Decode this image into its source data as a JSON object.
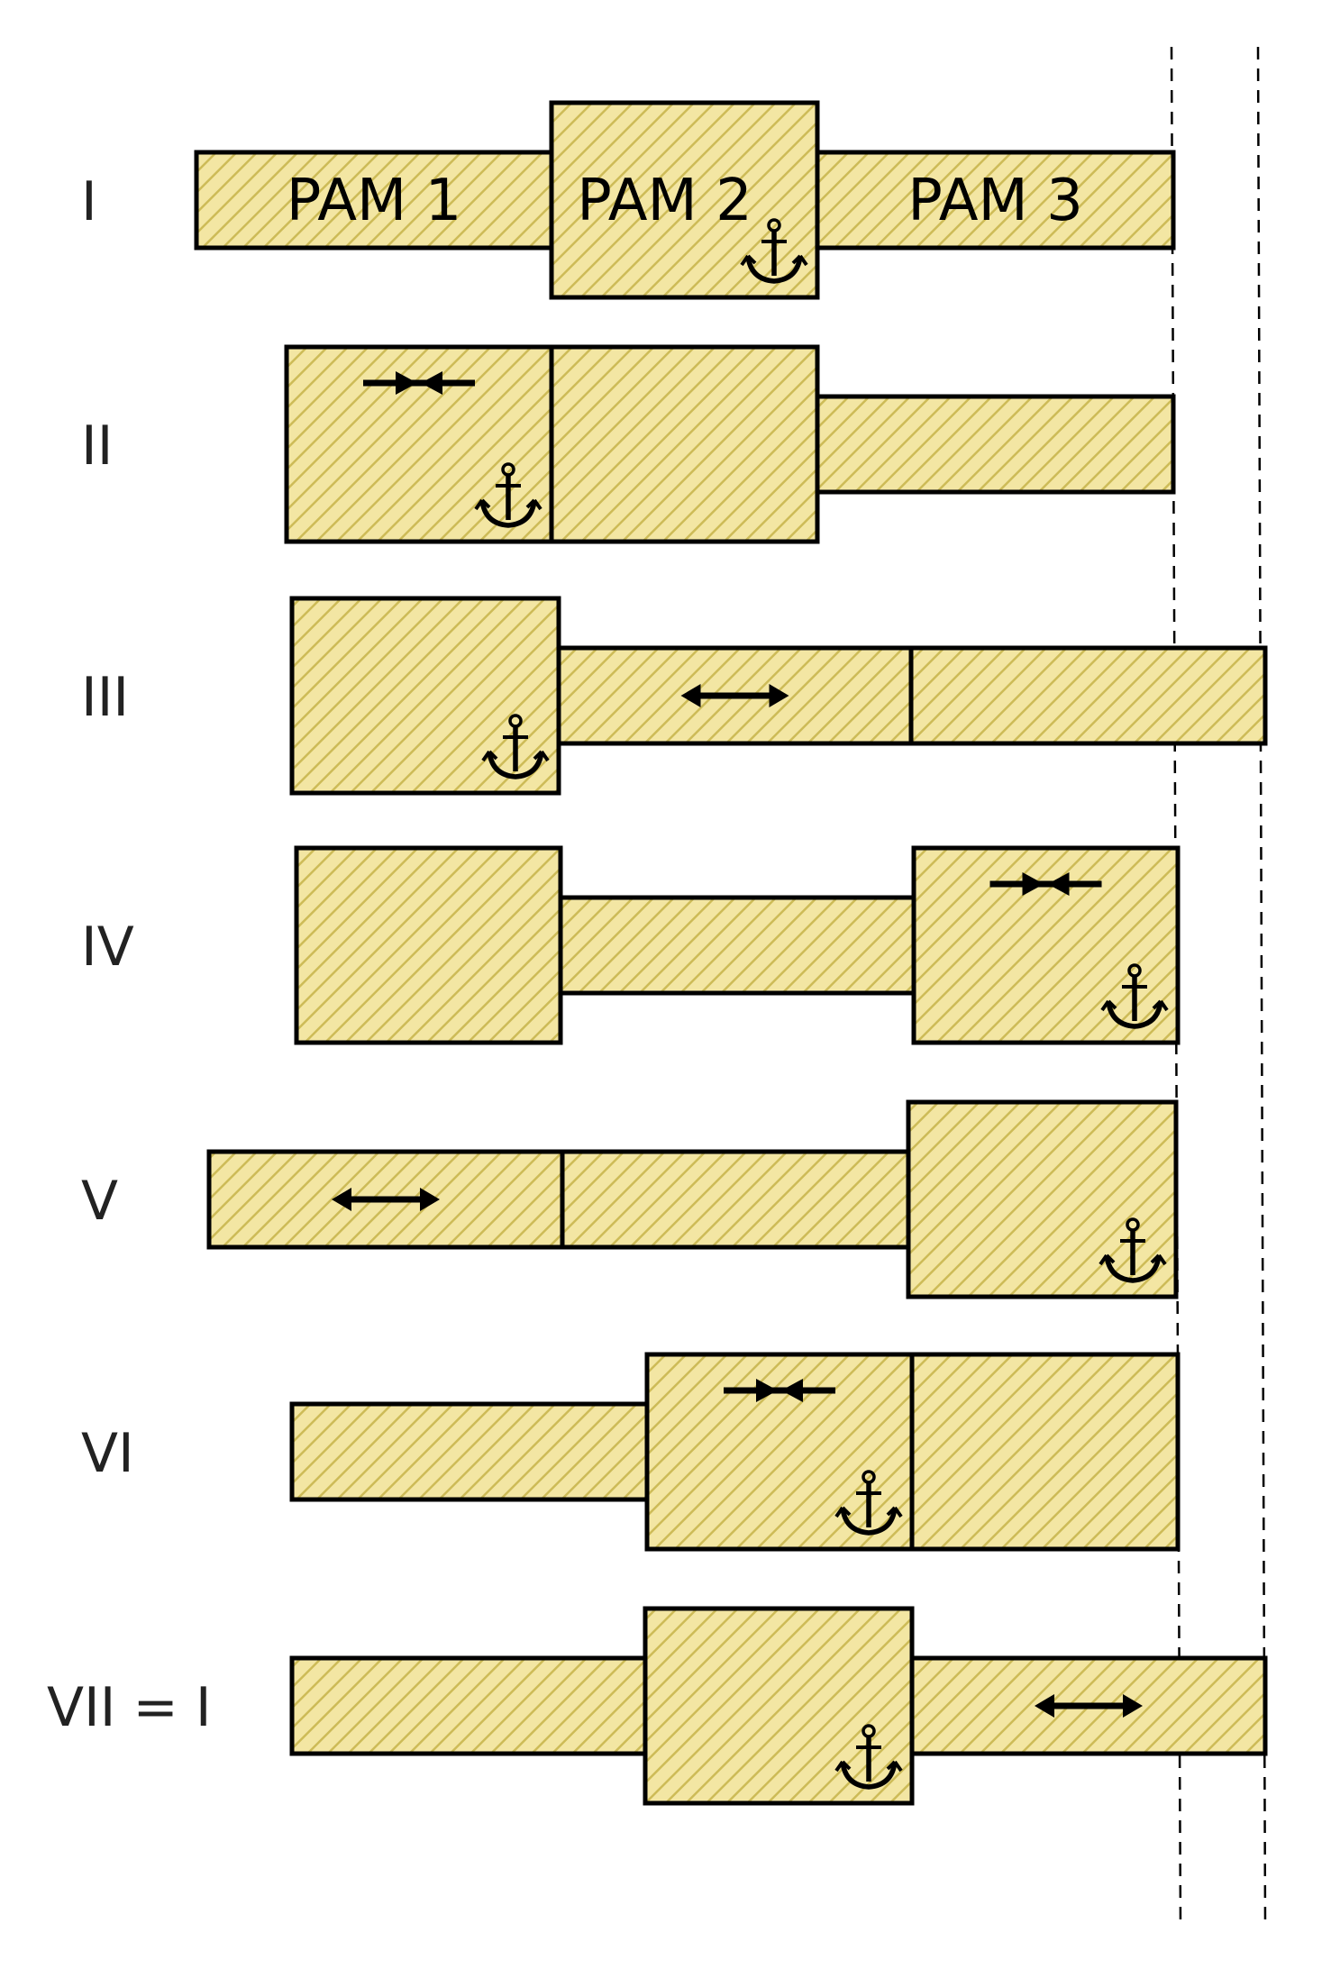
{
  "colors": {
    "fill": "#f3e6a3",
    "hatch": "#cdbb57",
    "outline": "#000000"
  },
  "stages": [
    {
      "label": "I",
      "segments": [
        {
          "name": "PAM 1",
          "state": "thin"
        },
        {
          "name": "PAM 2",
          "state": "thick",
          "anchored": true
        },
        {
          "name": "PAM 3",
          "state": "thin"
        }
      ]
    },
    {
      "label": "II",
      "segments": [
        {
          "state": "thick",
          "anchored": true,
          "motion": "contract-icon"
        },
        {
          "state": "thick"
        },
        {
          "state": "thin"
        }
      ]
    },
    {
      "label": "III",
      "segments": [
        {
          "state": "thick",
          "anchored": true
        },
        {
          "state": "thin",
          "motion": "extend-icon"
        },
        {
          "state": "thin"
        }
      ]
    },
    {
      "label": "IV",
      "segments": [
        {
          "state": "thick"
        },
        {
          "state": "thin"
        },
        {
          "state": "thick",
          "anchored": true,
          "motion": "contract-icon"
        }
      ]
    },
    {
      "label": "V",
      "segments": [
        {
          "state": "thin",
          "motion": "extend-icon"
        },
        {
          "state": "thin"
        },
        {
          "state": "thick",
          "anchored": true
        }
      ]
    },
    {
      "label": "VI",
      "segments": [
        {
          "state": "thin"
        },
        {
          "state": "thick",
          "anchored": true,
          "motion": "contract-icon"
        },
        {
          "state": "thick"
        }
      ]
    },
    {
      "label": "VII = I",
      "segments": [
        {
          "state": "thin"
        },
        {
          "state": "thick",
          "anchored": true
        },
        {
          "state": "thin",
          "motion": "extend-icon"
        }
      ]
    }
  ]
}
